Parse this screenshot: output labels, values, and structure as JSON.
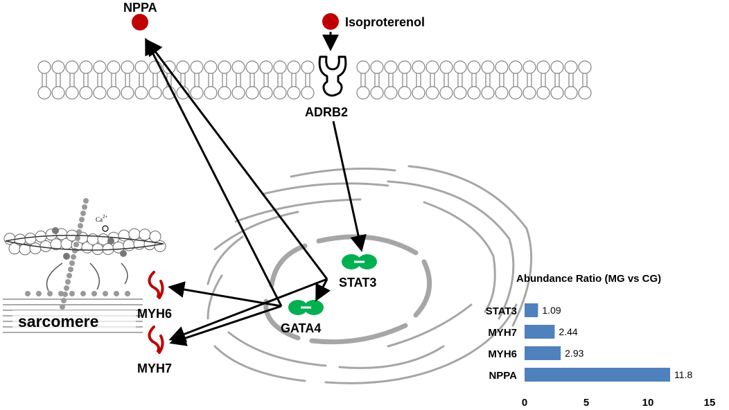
{
  "diagram": {
    "ligand_label": "Isoproterenol",
    "receptor_label": "ADRB2",
    "secreted_label": "NPPA",
    "tf_labels": [
      "STAT3",
      "GATA4"
    ],
    "myosin_labels": [
      "MYH6",
      "MYH7"
    ],
    "sarcomere_label": "sarcomere",
    "calcium_label": "Ca",
    "calcium_charge": "2+",
    "colors": {
      "ligand": "#c00000",
      "myosin": "#c00000",
      "transcription_factor": "#00b050",
      "membrane": "#808080",
      "organelle": "#a6a6a6",
      "arrow": "#000000"
    }
  },
  "chart_data": {
    "type": "bar",
    "orientation": "horizontal",
    "title": "Abundance Ratio  (MG vs CG)",
    "categories": [
      "STAT3",
      "MYH7",
      "MYH6",
      "NPPA"
    ],
    "values": [
      1.09,
      2.44,
      2.93,
      11.8
    ],
    "data_labels": [
      "1.09",
      "2.44",
      "2.93",
      "11.8"
    ],
    "xlim": [
      0,
      15
    ],
    "xticks": [
      "0",
      "5",
      "10",
      "15"
    ],
    "grid": false,
    "bar_color": "#4f81bd"
  }
}
